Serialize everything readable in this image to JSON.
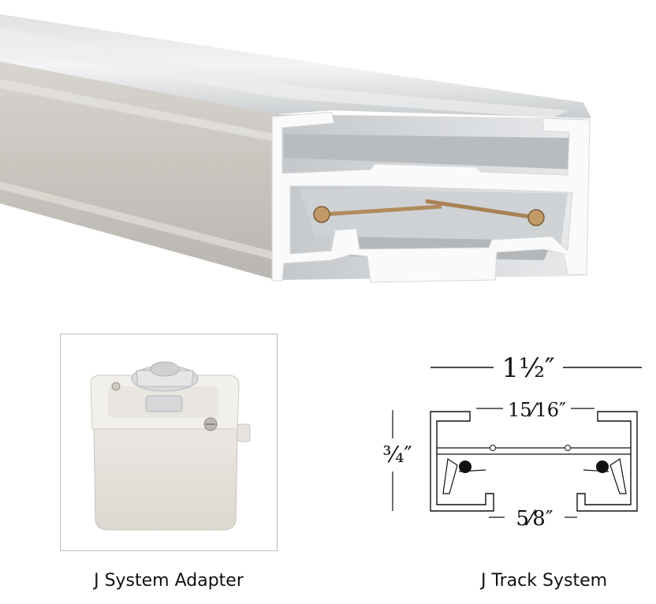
{
  "colors": {
    "aluminum": "#c9ccce",
    "aluminum_dark": "#a9adb0",
    "aluminum_light": "#e6e8ea",
    "white_profile": "#fafafa",
    "brass_pin": "#b08a5c",
    "adapter_body": "#e6e1db",
    "adapter_top": "#f1efec"
  },
  "captions": {
    "adapter": "J System Adapter",
    "track": "J Track System"
  },
  "dimensions": {
    "overall_width": "1½″",
    "inner_opening": "15⁄16″",
    "height": "¾″",
    "bottom_slot": "5⁄8″"
  }
}
